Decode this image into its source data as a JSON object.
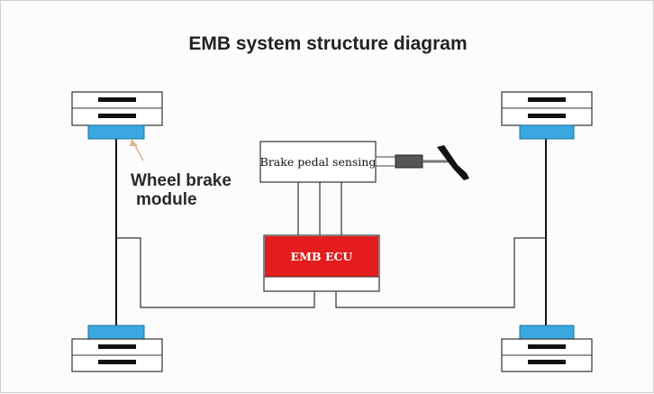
{
  "title": "EMB system structure diagram",
  "labels": {
    "wheel_brake_line1": "Wheel brake",
    "wheel_brake_line2": "module",
    "pedal_sensing": "Brake pedal sensing",
    "ecu": "EMB ECU"
  },
  "colors": {
    "ecu_fill": "#e31d1d",
    "module_fill": "#3aa8e0",
    "line": "#222222",
    "arrow": "#d9b48a"
  },
  "icons": {
    "pedal": "brake-pedal-icon"
  }
}
